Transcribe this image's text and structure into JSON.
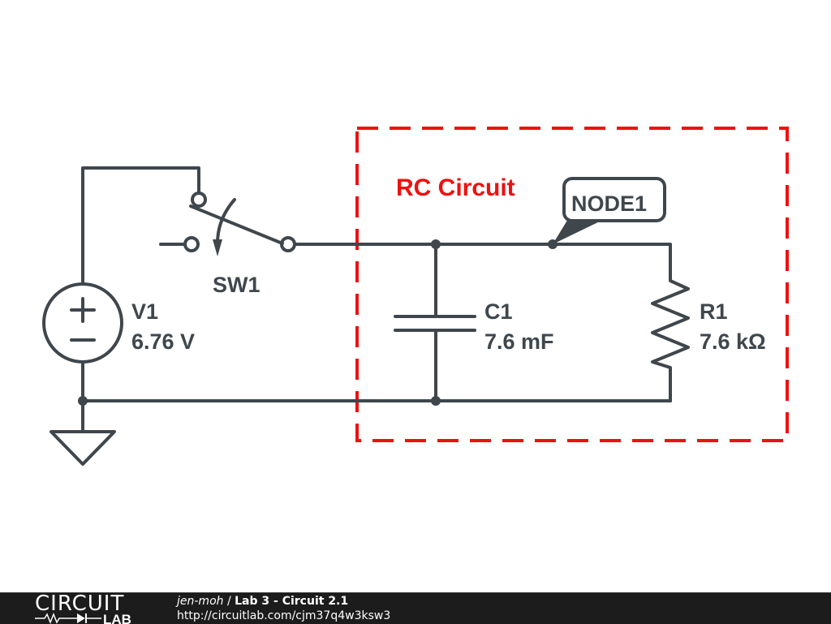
{
  "schematic": {
    "group_box": {
      "label": "RC Circuit",
      "color": "#ee1111"
    },
    "node_label": "NODE1",
    "wire_color": "#3f474d",
    "components": {
      "voltage_source": {
        "ref": "V1",
        "value": "6.76 V",
        "plus_symbol": "+",
        "minus_symbol": "−"
      },
      "switch": {
        "ref": "SW1"
      },
      "capacitor": {
        "ref": "C1",
        "value": "7.6 mF"
      },
      "resistor": {
        "ref": "R1",
        "value": "7.6 kΩ"
      },
      "ground": {
        "ref": "GND"
      }
    }
  },
  "footer": {
    "logo_top": "CIRCUIT",
    "logo_bottom": "LAB",
    "author": "jen-moh",
    "separator": " / ",
    "circuit_title": "Lab 3 - Circuit 2.1",
    "url": "http://circuitlab.com/cjm37q4w3ksw3"
  }
}
